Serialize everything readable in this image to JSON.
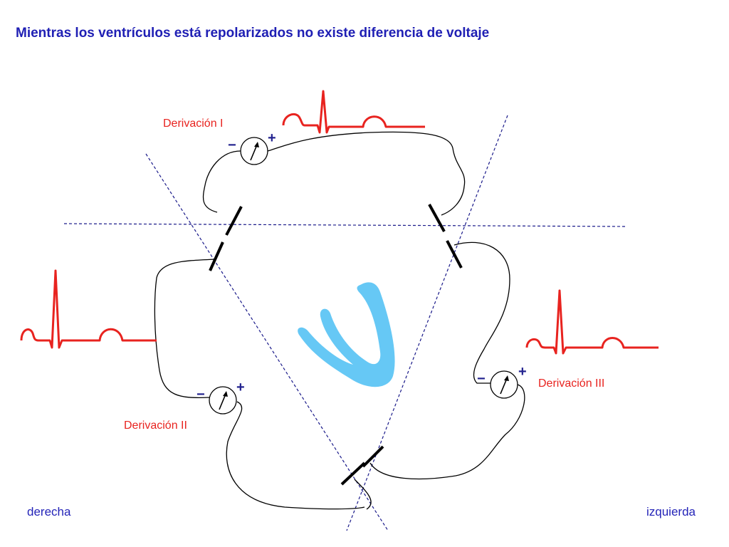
{
  "title": "Mientras los ventrículos está repolarizados no existe diferencia de voltaje",
  "leads": [
    {
      "label": "Derivación I"
    },
    {
      "label": "Derivación II"
    },
    {
      "label": "Derivación III"
    }
  ],
  "sides": {
    "right": "derecha",
    "left": "izquierda"
  },
  "galvanometer": {
    "negative_symbol": "−",
    "positive_symbol": "+"
  },
  "colors": {
    "title": "#1f1fb4",
    "ecg_trace": "#e8231f",
    "axis_lines": "#1a1a8a",
    "electrodes": "#000000",
    "heart": "#66c8f5",
    "wires": "#000000"
  },
  "icons": [
    "galvanometer-icon",
    "heart-ventricles-icon",
    "ecg-waveform-icon",
    "electrode-icon"
  ]
}
